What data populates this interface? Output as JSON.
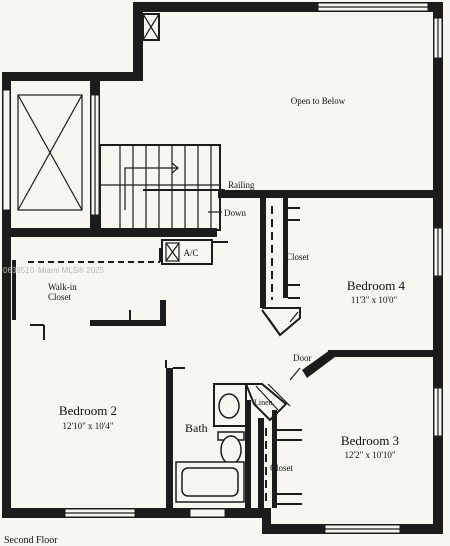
{
  "plan": {
    "floor_label": "Second Floor",
    "watermark": "Miami MLS® 2025",
    "watermark_prefix": "0638510",
    "labels": {
      "open_to_below": "Open to Below",
      "railing": "Railing",
      "down": "Down",
      "ac": "A/C",
      "walk_in_closet_line1": "Walk-in",
      "walk_in_closet_line2": "Closet",
      "closet_bedroom4": "Closet",
      "closet_bedroom3": "Closet",
      "linen": "Linen",
      "door": "Door",
      "bath": "Bath"
    },
    "rooms": {
      "bedroom4": {
        "name": "Bedroom 4",
        "dims": "11'3\" x 10'0\""
      },
      "bedroom2": {
        "name": "Bedroom 2",
        "dims": "12'10\" x 10'4\""
      },
      "bedroom3": {
        "name": "Bedroom 3",
        "dims": "12'2\" x 10'10\""
      }
    }
  }
}
